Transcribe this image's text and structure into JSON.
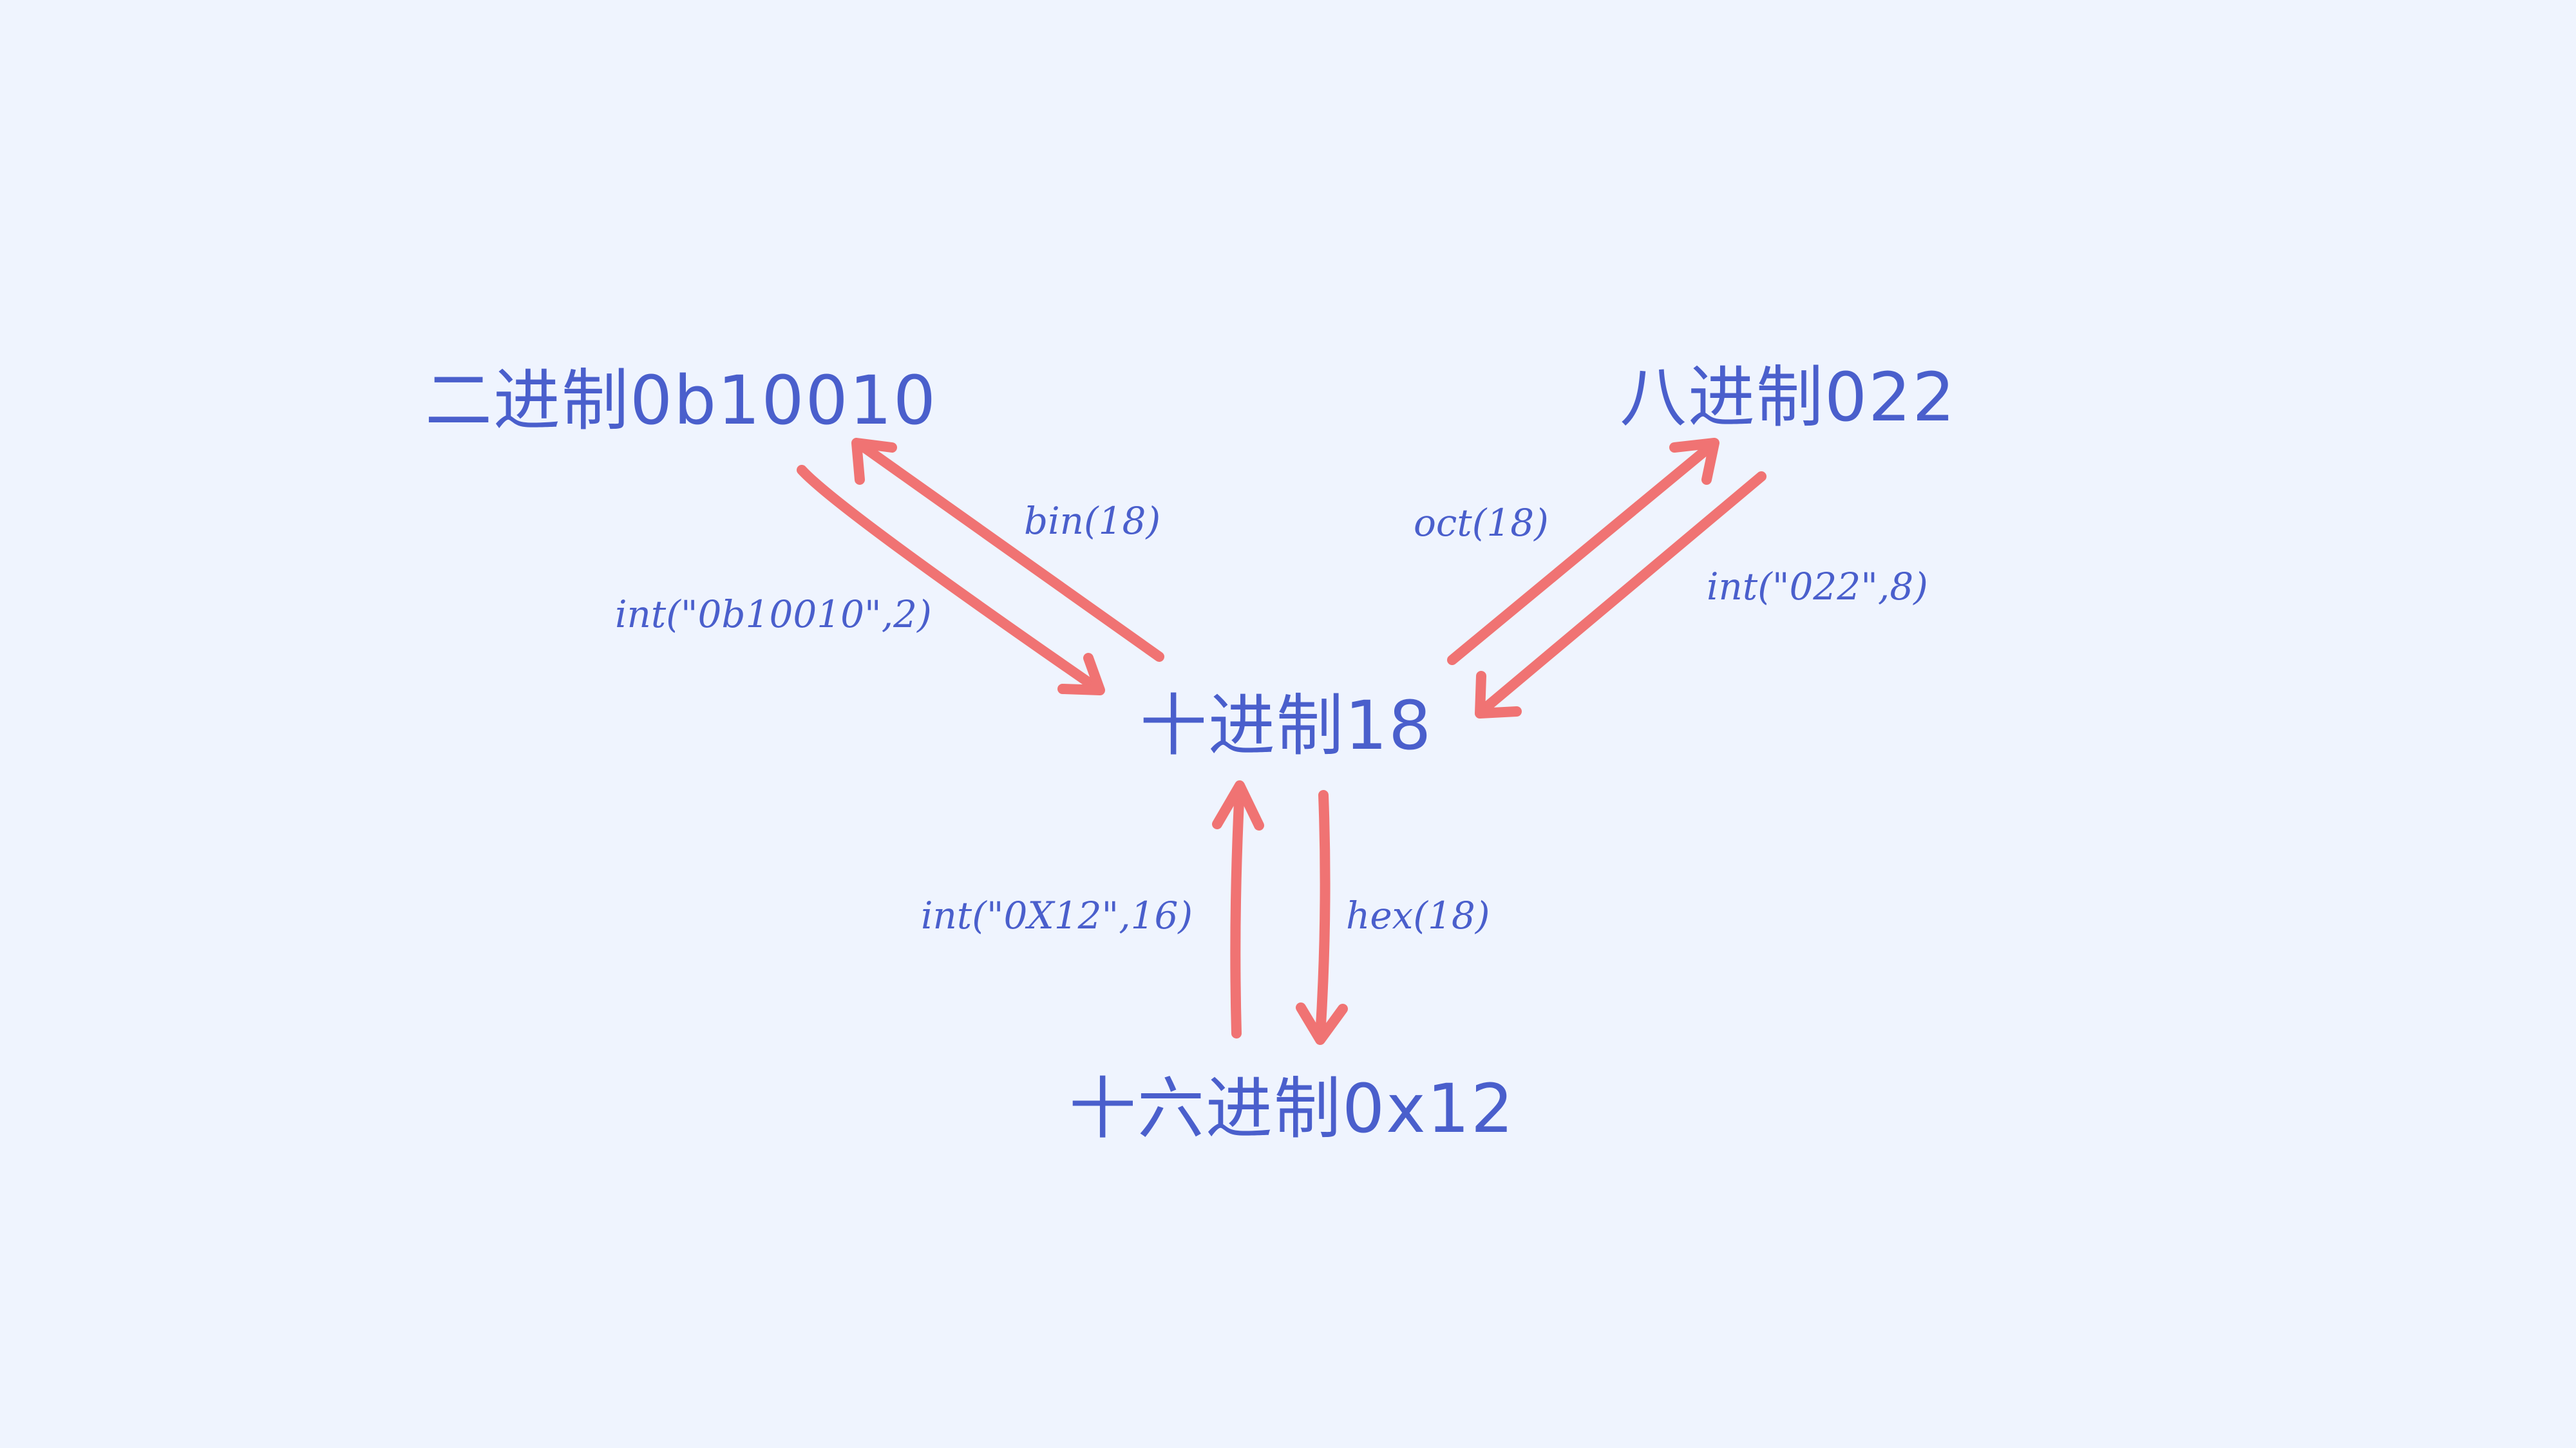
{
  "colors": {
    "background": "#eff4fe",
    "text": "#4a5fcc",
    "arrow": "#f07373"
  },
  "nodes": {
    "binary": "二进制0b10010",
    "octal": "八进制022",
    "decimal": "十进制18",
    "hexadecimal": "十六进制0x12"
  },
  "edges": {
    "decimal_to_binary": "bin(18)",
    "binary_to_decimal": "int(\"0b10010\",2)",
    "decimal_to_octal": "oct(18)",
    "octal_to_decimal": "int(\"022\",8)",
    "hex_to_decimal": "int(\"0X12\",16)",
    "decimal_to_hex": "hex(18)"
  }
}
